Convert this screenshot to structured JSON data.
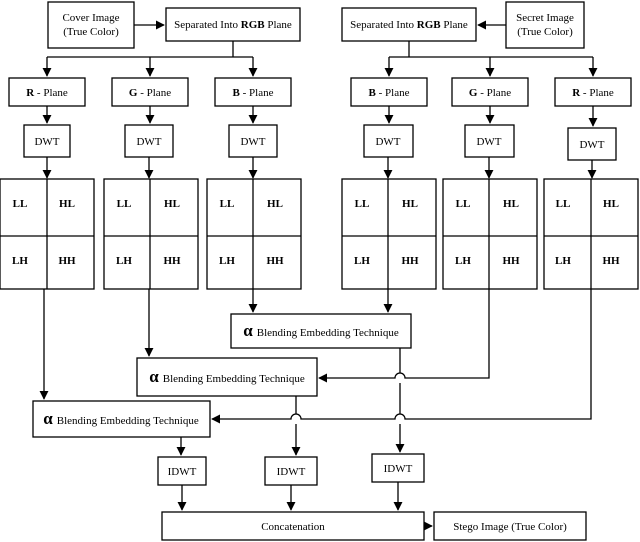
{
  "cover": {
    "line1": "Cover Image",
    "line2": "(True Color)"
  },
  "secret": {
    "line1": "Secret Image",
    "line2": "(True Color)"
  },
  "separate": {
    "prefix": "Separated Into ",
    "bold": "RGB",
    "suffix": " Plane"
  },
  "planes": {
    "left": [
      {
        "letter": "R",
        "rest": " - Plane"
      },
      {
        "letter": "G",
        "rest": " - Plane"
      },
      {
        "letter": "B",
        "rest": " - Plane"
      }
    ],
    "right": [
      {
        "letter": "B",
        "rest": " - Plane"
      },
      {
        "letter": "G",
        "rest": " - Plane"
      },
      {
        "letter": "R",
        "rest": " - Plane"
      }
    ]
  },
  "dwt": "DWT",
  "subbands": [
    "LL",
    "HL",
    "LH",
    "HH"
  ],
  "blend": {
    "symbol": "α",
    "label": "Blending Embedding Technique"
  },
  "idwt": "IDWT",
  "concat": "Concatenation",
  "stego": "Stego Image (True Color)"
}
